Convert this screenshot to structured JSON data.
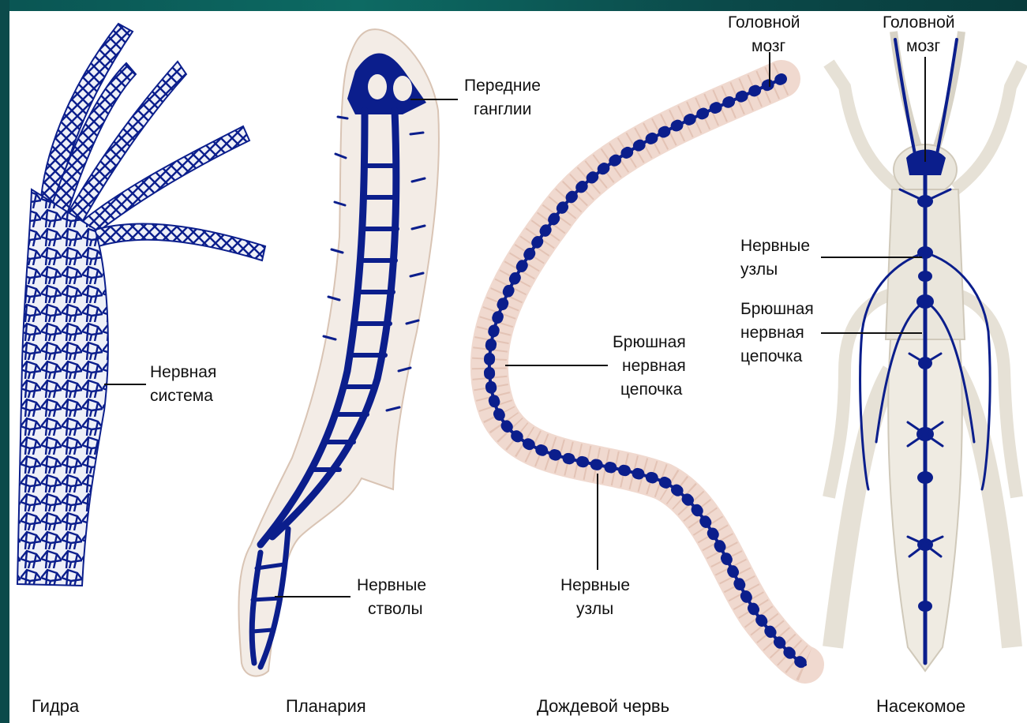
{
  "colors": {
    "frame": "#0b4a4a",
    "background": "#ffffff",
    "nerve": "#0b1e8c",
    "body": "#f3ece6",
    "worm_body": "#f0d9cf"
  },
  "organisms": [
    {
      "caption": "Гидра",
      "labels": [
        {
          "lines": [
            "Нервная",
            "система"
          ]
        }
      ]
    },
    {
      "caption": "Планария",
      "labels": [
        {
          "lines": [
            "Передние",
            "ганглии"
          ]
        },
        {
          "lines": [
            "Нервные",
            "стволы"
          ]
        }
      ]
    },
    {
      "caption": "Дождевой червь",
      "labels": [
        {
          "lines": [
            "Головной",
            "мозг"
          ]
        },
        {
          "lines": [
            "Брюшная",
            "нервная",
            "цепочка"
          ]
        },
        {
          "lines": [
            "Нервные",
            "узлы"
          ]
        }
      ]
    },
    {
      "caption": "Насекомое",
      "labels": [
        {
          "lines": [
            "Головной",
            "мозг"
          ]
        },
        {
          "lines": [
            "Нервные",
            "узлы"
          ]
        },
        {
          "lines": [
            "Брюшная",
            "нервная",
            "цепочка"
          ]
        }
      ]
    }
  ]
}
